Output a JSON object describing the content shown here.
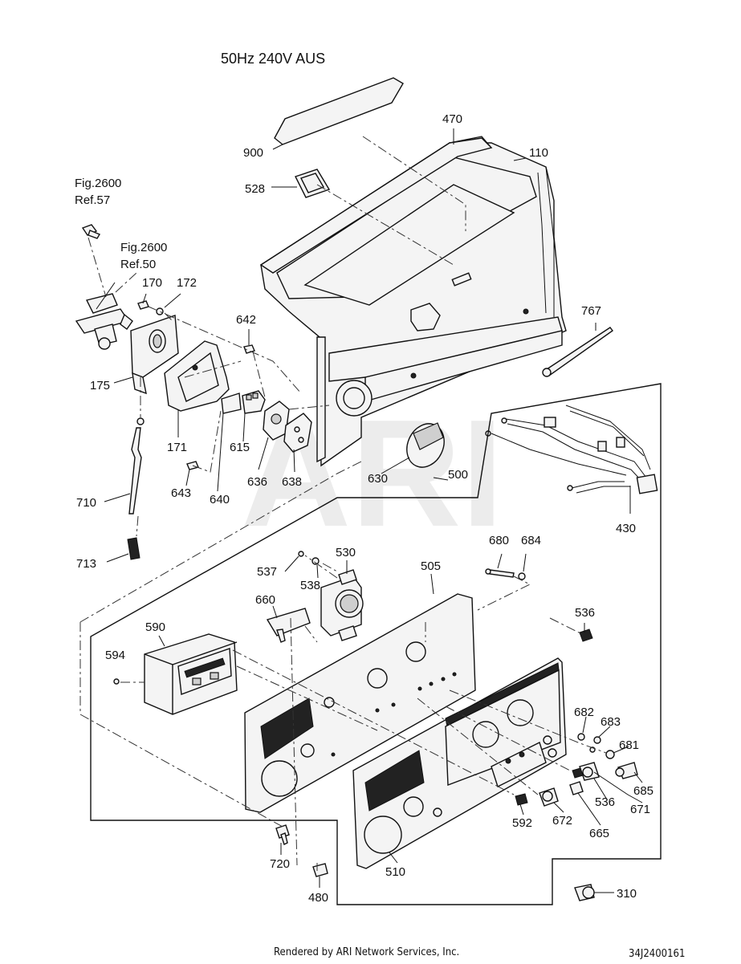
{
  "title": "50Hz  240V  AUS",
  "watermark": "ARI",
  "footer": {
    "credit": "Rendered by ARI Network Services, Inc.",
    "code": "34J2400161"
  },
  "labels": {
    "p900": "900",
    "p470": "470",
    "p110": "110",
    "p528": "528",
    "fig57_a": "Fig.2600",
    "fig57_b": "Ref.57",
    "fig50_a": "Fig.2600",
    "fig50_b": "Ref.50",
    "p170": "170",
    "p172": "172",
    "p642": "642",
    "p767": "767",
    "p175": "175",
    "p171": "171",
    "p615": "615",
    "p636": "636",
    "p638": "638",
    "p630": "630",
    "p500": "500",
    "p643": "643",
    "p640": "640",
    "p710": "710",
    "p430": "430",
    "p713": "713",
    "p680": "680",
    "p684": "684",
    "p530": "530",
    "p537": "537",
    "p538": "538",
    "p505": "505",
    "p660": "660",
    "p536a": "536",
    "p590": "590",
    "p594": "594",
    "p682": "682",
    "p683": "683",
    "p681": "681",
    "p685": "685",
    "p536b": "536",
    "p671": "671",
    "p592": "592",
    "p672": "672",
    "p665": "665",
    "p720": "720",
    "p510": "510",
    "p480": "480",
    "p310": "310"
  }
}
